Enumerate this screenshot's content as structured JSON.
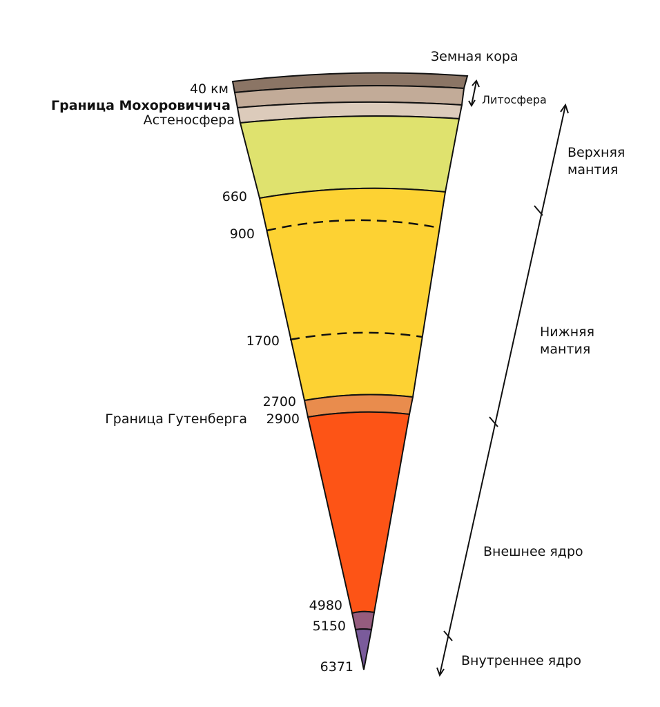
{
  "labels": {
    "crust": "Земная кора",
    "depth_40": "40 км",
    "moho": "Граница Мохоровичича",
    "asthenosphere": "Астеносфера",
    "lithosphere": "Литосфера",
    "upper_mantle_1": "Верхняя",
    "upper_mantle_2": "мантия",
    "lower_mantle_1": "Нижняя",
    "lower_mantle_2": "мантия",
    "gutenberg": "Граница Гутенберга",
    "outer_core": "Внешнее ядро",
    "inner_core": "Внутреннее ядро"
  },
  "depths": {
    "d660": "660",
    "d900": "900",
    "d1700": "1700",
    "d2700": "2700",
    "d2900": "2900",
    "d4980": "4980",
    "d5150": "5150",
    "d6371": "6371"
  },
  "colors": {
    "crust": "#8b7565",
    "lithosphere_mantle": "#c2ab98",
    "asthenosphere": "#dccbbb",
    "upper_mantle": "#dfe26e",
    "lower_mantle": "#fdd233",
    "d_layer": "#e98c4d",
    "outer_core": "#fd5416",
    "transition_zone": "#955c7e",
    "inner_core": "#7a5b9b"
  }
}
